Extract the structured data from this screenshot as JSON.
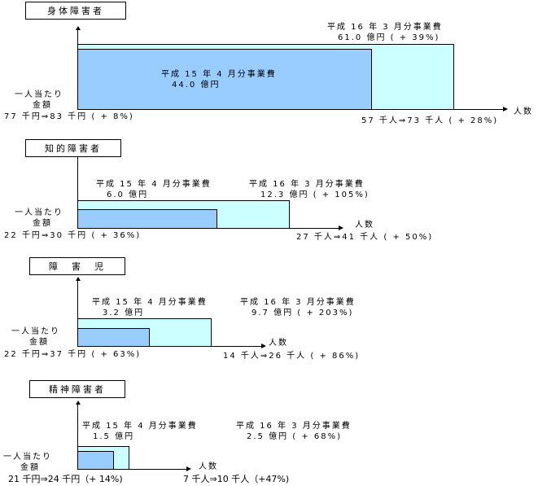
{
  "axis_labels": {
    "per_person_line1": "一人当たり",
    "per_person_line2": "金額",
    "people": "人数"
  },
  "panels": [
    {
      "category": "身体障害者",
      "h15_label": "平成 15 年 4 月分事業費",
      "h15_value": "44.0 億円",
      "h16_label": "平成 16 年 3 月分事業費",
      "h16_value": "61.0 億円 ( + 39%)",
      "per_person_change": "77 千円⇒83 千円 ( + 8%)",
      "people_change": "57 千人⇒73 千人 ( + 28%)"
    },
    {
      "category": "知的障害者",
      "h15_label": "平成 15 年 4 月分事業費",
      "h15_value": "6.0 億円",
      "h16_label": "平成 16 年 3 月分事業費",
      "h16_value": "12.3 億円 ( + 105%)",
      "per_person_change": "22 千円⇒30 千円 ( + 36%)",
      "people_change": "27 千人⇒41 千人 ( + 50%)"
    },
    {
      "category": "障　害　児",
      "h15_label": "平成 15 年 4 月分事業費",
      "h15_value": "3.2 億円",
      "h16_label": "平成 16 年 3 月分事業費",
      "h16_value": "9.7 億円 ( + 203%)",
      "per_person_change": "22 千円⇒37 千円 ( + 63%)",
      "people_change": "14 千人⇒26 千人 ( + 86%)"
    },
    {
      "category": "精神障害者",
      "h15_label": "平成 15 年 4 月分事業費",
      "h15_value": "1.5 億円",
      "h16_label": "平成 16 年 3 月分事業費",
      "h16_value": "2.5 億円 ( + 68%)",
      "per_person_change": "21 千円⇒24 千円（+ 14%)",
      "people_change": "7 千人⇒10 千人（+47%)"
    }
  ],
  "chart_data": {
    "type": "area-rectangles",
    "description": "Each panel: rectangle width = number of people, height = per-person amount, area = total cost",
    "series": [
      {
        "name": "身体障害者",
        "h15": {
          "people_k": 57,
          "per_person_k_yen": 77,
          "total_oku_yen": 44.0
        },
        "h16": {
          "people_k": 73,
          "per_person_k_yen": 83,
          "total_oku_yen": 61.0
        },
        "cost_growth": "+39%",
        "people_growth": "+28%",
        "per_person_growth": "+8%"
      },
      {
        "name": "知的障害者",
        "h15": {
          "people_k": 27,
          "per_person_k_yen": 22,
          "total_oku_yen": 6.0
        },
        "h16": {
          "people_k": 41,
          "per_person_k_yen": 30,
          "total_oku_yen": 12.3
        },
        "cost_growth": "+105%",
        "people_growth": "+50%",
        "per_person_growth": "+36%"
      },
      {
        "name": "障害児",
        "h15": {
          "people_k": 14,
          "per_person_k_yen": 22,
          "total_oku_yen": 3.2
        },
        "h16": {
          "people_k": 26,
          "per_person_k_yen": 37,
          "total_oku_yen": 9.7
        },
        "cost_growth": "+203%",
        "people_growth": "+86%",
        "per_person_growth": "+63%"
      },
      {
        "name": "精神障害者",
        "h15": {
          "people_k": 7,
          "per_person_k_yen": 21,
          "total_oku_yen": 1.5
        },
        "h16": {
          "people_k": 10,
          "per_person_k_yen": 24,
          "total_oku_yen": 2.5
        },
        "cost_growth": "+68%",
        "people_growth": "+47%",
        "per_person_growth": "+14%"
      }
    ],
    "xlabel": "人数",
    "ylabel": "一人当たり金額",
    "colors": {
      "h15": "#99ccff",
      "h16": "#ccffff"
    }
  }
}
